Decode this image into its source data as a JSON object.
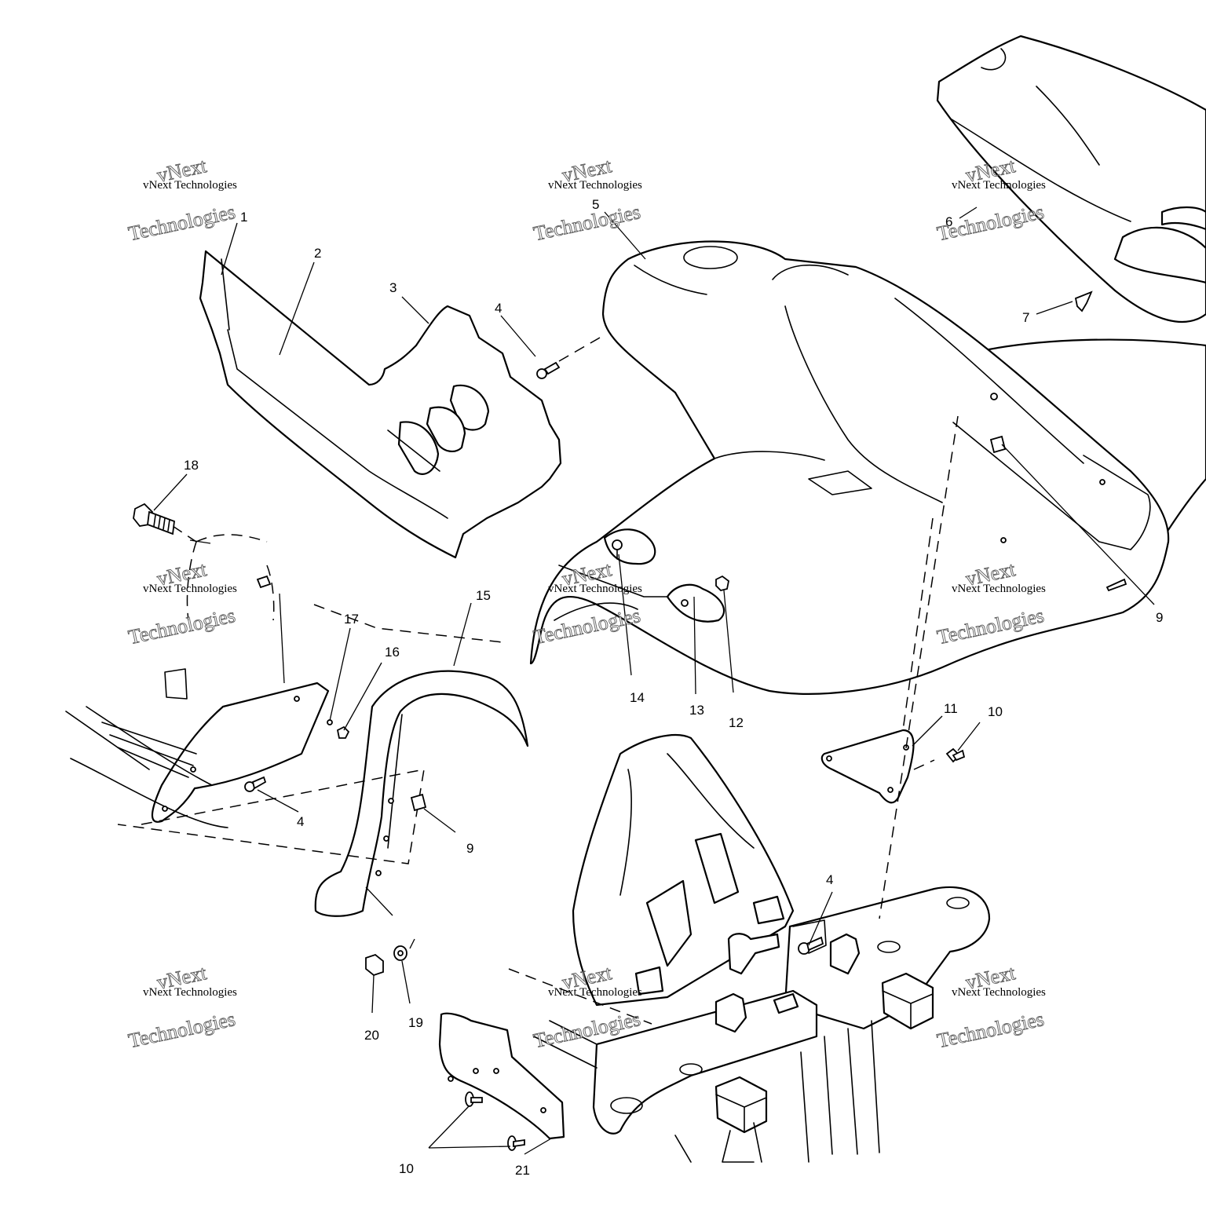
{
  "watermark": {
    "line1": "vNext",
    "line2": "vNext Technologies",
    "line3": "Technologies"
  },
  "callouts": [
    {
      "id": "c1",
      "label": "1"
    },
    {
      "id": "c2",
      "label": "2"
    },
    {
      "id": "c3",
      "label": "3"
    },
    {
      "id": "c4a",
      "label": "4"
    },
    {
      "id": "c5",
      "label": "5"
    },
    {
      "id": "c6",
      "label": "6"
    },
    {
      "id": "c7",
      "label": "7"
    },
    {
      "id": "c9a",
      "label": "9"
    },
    {
      "id": "c18",
      "label": "18"
    },
    {
      "id": "c15",
      "label": "15"
    },
    {
      "id": "c17",
      "label": "17"
    },
    {
      "id": "c16",
      "label": "16"
    },
    {
      "id": "c14",
      "label": "14"
    },
    {
      "id": "c13",
      "label": "13"
    },
    {
      "id": "c12",
      "label": "12"
    },
    {
      "id": "c11",
      "label": "11"
    },
    {
      "id": "c10a",
      "label": "10"
    },
    {
      "id": "c4b",
      "label": "4"
    },
    {
      "id": "c9b",
      "label": "9"
    },
    {
      "id": "c4c",
      "label": "4"
    },
    {
      "id": "c20",
      "label": "20"
    },
    {
      "id": "c19",
      "label": "19"
    },
    {
      "id": "c10b",
      "label": "10"
    },
    {
      "id": "c21",
      "label": "21"
    }
  ]
}
